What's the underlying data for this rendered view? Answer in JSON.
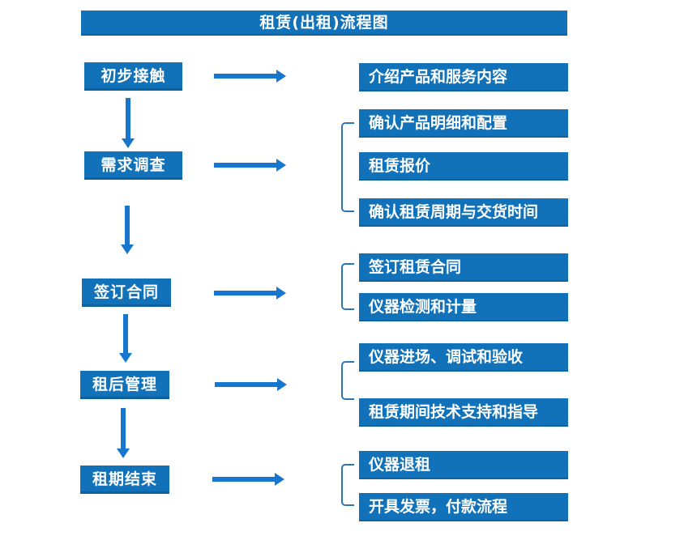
{
  "title": "租赁(出租)流程图",
  "colors": {
    "box_blue": "#1172BA",
    "arrow_blue": "#1777CE",
    "bracket_blue": "#2E75B6",
    "text_white": "#FFFFFF",
    "background": "#FFFFFF"
  },
  "steps": [
    {
      "label": "初步接触"
    },
    {
      "label": "需求调查"
    },
    {
      "label": "签订合同"
    },
    {
      "label": "租后管理"
    },
    {
      "label": "租期结束"
    }
  ],
  "details": [
    {
      "label": "介绍产品和服务内容"
    },
    {
      "label": "确认产品明细和配置"
    },
    {
      "label": "租赁报价"
    },
    {
      "label": "确认租赁周期与交货时间"
    },
    {
      "label": "签订租赁合同"
    },
    {
      "label": "仪器检测和计量"
    },
    {
      "label": "仪器进场、调试和验收"
    },
    {
      "label": "租赁期间技术支持和指导"
    },
    {
      "label": "仪器退租"
    },
    {
      "label": "开具发票，付款流程"
    }
  ]
}
